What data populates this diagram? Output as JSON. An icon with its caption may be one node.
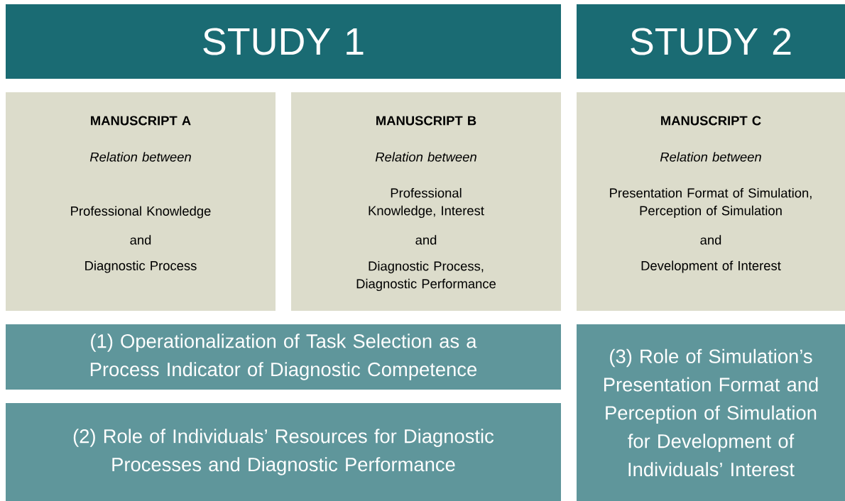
{
  "diagram": {
    "nodes": [
      {
        "text": [
          "STUDY 1"
        ]
      },
      {
        "text": [
          "STUDY 2"
        ]
      },
      {
        "text": [
          "MANUSCRIPT A",
          "Relation between",
          "Professional Knowledge",
          "and",
          "Diagnostic Process"
        ]
      },
      {
        "text": [
          "MANUSCRIPT B",
          "Relation between",
          "Professional Knowledge, Interest",
          "and",
          "Diagnostic Process, Diagnostic Performance"
        ]
      },
      {
        "text": [
          "MANUSCRIPT C",
          "Relation between",
          "Presentation Format of Simulation, Perception of Simulation",
          "and",
          "Development of Interest"
        ]
      },
      {
        "text": [
          "(1) Operationalization of Task Selection as a Process Indicator of Diagnostic Competence"
        ]
      },
      {
        "text": [
          "(3) Role of Simulation’s Presentation Format and Perception of Simulation for Development of Individuals’ Interest"
        ]
      },
      {
        "text": [
          "(2) Role of Individuals’ Resources for Diagnostic Processes and Diagnostic Performance"
        ]
      }
    ]
  }
}
